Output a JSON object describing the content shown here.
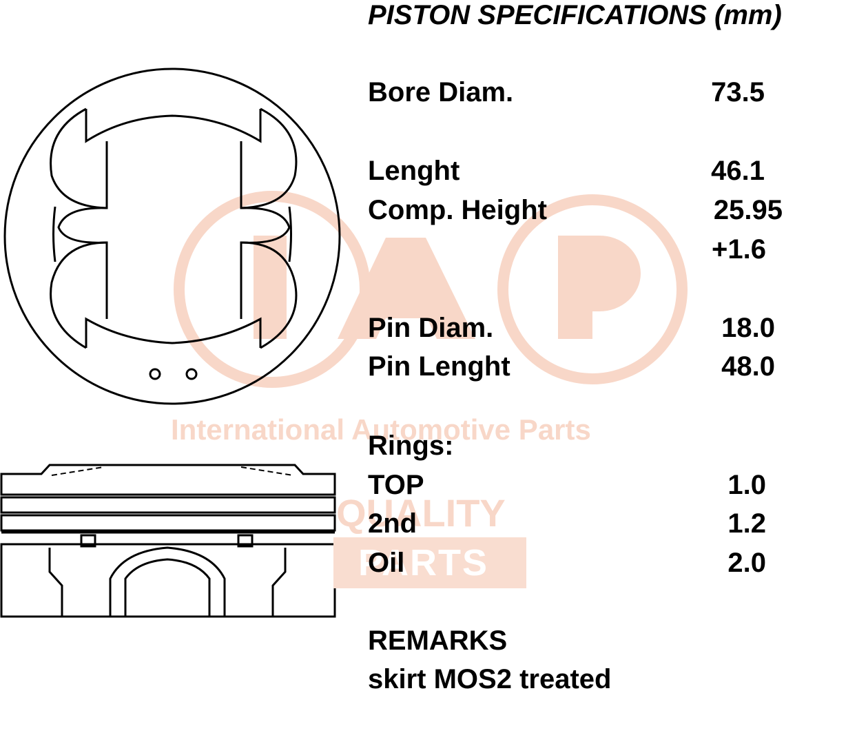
{
  "title": "PISTON SPECIFICATIONS (mm)",
  "specs": {
    "bore_label": "Bore Diam.",
    "bore_value": "73.5",
    "length_label": "Lenght",
    "length_value": "46.1",
    "comp_label": "Comp. Height",
    "comp_value": "25.95",
    "comp_extra": "+1.6",
    "pin_diam_label": "Pin Diam.",
    "pin_diam_value": "18.0",
    "pin_length_label": "Pin Lenght",
    "pin_length_value": "48.0"
  },
  "rings": {
    "heading": "Rings:",
    "top_label": "TOP",
    "top_value": "1.0",
    "second_label": "2nd",
    "second_value": "1.2",
    "oil_label": "Oil",
    "oil_value": "2.0"
  },
  "remarks": {
    "heading": "REMARKS",
    "text": "skirt MOS2 treated"
  },
  "watermark": {
    "brand_letters": "IAP",
    "tagline": "International Automotive Parts",
    "quality": "QUALITY",
    "parts": "PARTS",
    "color": "#f8d7c8"
  }
}
